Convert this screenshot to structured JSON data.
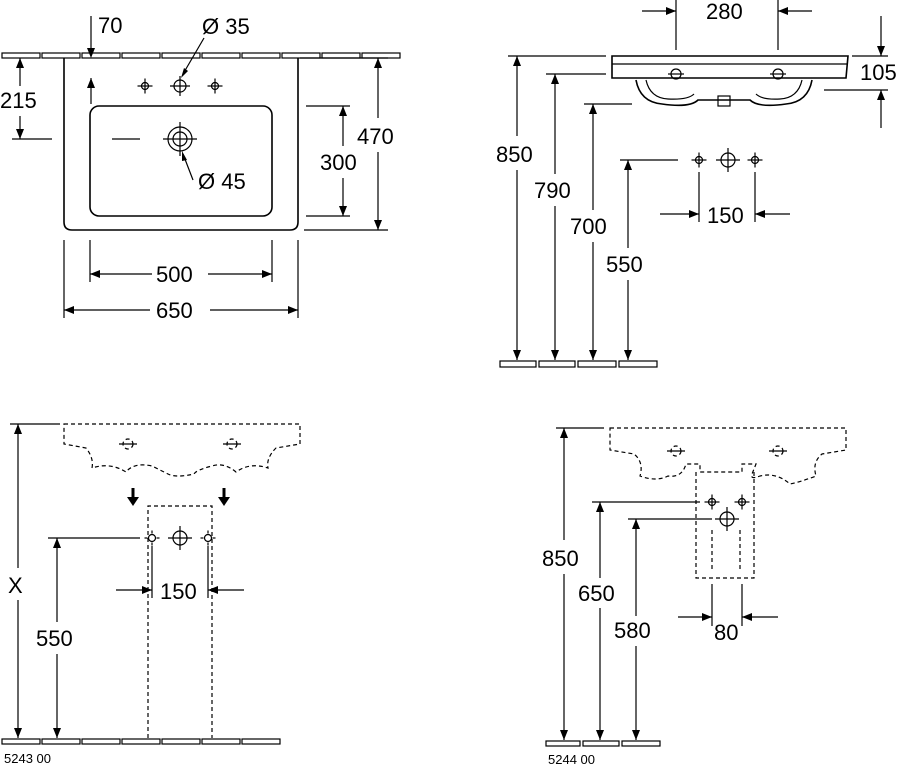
{
  "views": {
    "top_view": {
      "hole_diameter": "Ø 35",
      "drain_diameter": "Ø 45",
      "dim_70": "70",
      "dim_215": "215",
      "dim_470": "470",
      "dim_300": "300",
      "dim_500": "500",
      "dim_650": "650"
    },
    "side_view": {
      "dim_280": "280",
      "dim_105": "105",
      "dim_850": "850",
      "dim_790": "790",
      "dim_700": "700",
      "dim_550": "550",
      "dim_150": "150"
    },
    "variant_5243": {
      "dim_x": "X",
      "dim_550": "550",
      "dim_150": "150",
      "product_code": "5243 00"
    },
    "variant_5244": {
      "dim_850": "850",
      "dim_650": "650",
      "dim_580": "580",
      "dim_80": "80",
      "product_code": "5244 00"
    }
  }
}
